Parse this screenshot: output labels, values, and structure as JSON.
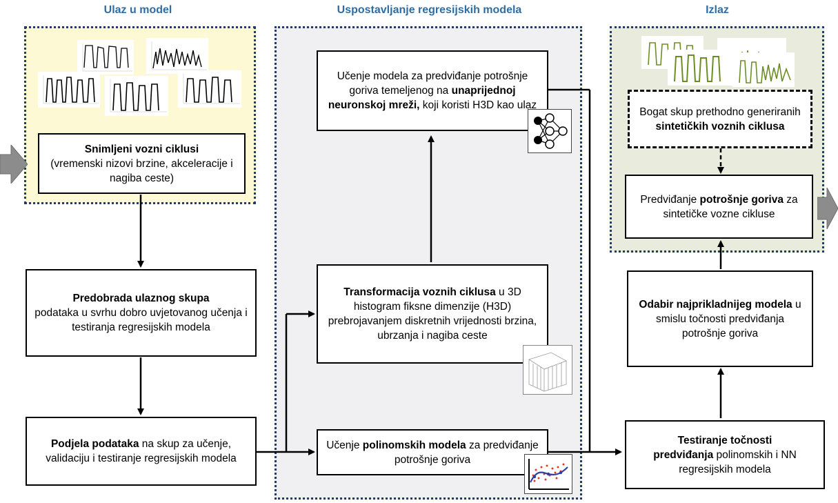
{
  "titles": {
    "input": "Ulaz u model",
    "middle": "Uspostavljanje regresijskih modela",
    "output": "Izlaz"
  },
  "boxes": {
    "recorded": {
      "b1": "Snimljeni vozni ciklusi",
      "t1": "(vremenski nizovi brzine, akceleracije i nagiba ceste)"
    },
    "preprocess": {
      "b1": "Predobrada ulaznog skupa",
      "t1": "podataka u svrhu dobro uvjetovanog učenja i testiranja regresijskih modela"
    },
    "split": {
      "b1": "Podjela podataka",
      "t1": "na skup za učenje, validaciju i testiranje regresijskih modela"
    },
    "nn_learning": {
      "t1": "Učenje modela za predviđanje potrošnje goriva temeljenog na",
      "b1": "unaprijednoj neuronskoj mreži,",
      "t2": "koji koristi H3D kao ulaz"
    },
    "transform": {
      "b1": "Transformacija voznih ciklusa",
      "t1": "u 3D histogram fiksne dimenzije (H3D) prebrojavanjem diskretnih vrijednosti brzina, ubrzanja i nagiba ceste"
    },
    "poly_learning": {
      "t1": "Učenje",
      "b1": "polinomskih modela",
      "t2": "za predviđanje potrošnje goriva"
    },
    "testing": {
      "b1": "Testiranje točnosti",
      "b2": "predviđanja",
      "t1": "polinomskih i NN regresijskih modela"
    },
    "selection": {
      "b1": "Odabir najprikladnijeg modela",
      "t1": "u smislu točnosti predviđanja potrošnje goriva"
    },
    "prediction": {
      "t1": "Predviđanje",
      "b1": "potrošnje goriva",
      "t2": "za sintetičke vozne cikluse"
    },
    "synthetic": {
      "t1": "Bogat skup prethodno generiranih",
      "b1": "sintetičkih voznih ciklusa"
    }
  },
  "colors": {
    "title": "#2e6da4",
    "region_border": "#1f3a6b",
    "input_bg": "#fdf9d4",
    "middle_bg": "#f0f0f2",
    "output_bg": "#e9ecdc",
    "block_arrow": "#8c8c8c",
    "synthetic_plot": "#6b8e23"
  },
  "icons": [
    "neural-network-icon",
    "histogram-3d-icon",
    "polynomial-fit-icon",
    "input-block-arrow",
    "output-block-arrow"
  ]
}
